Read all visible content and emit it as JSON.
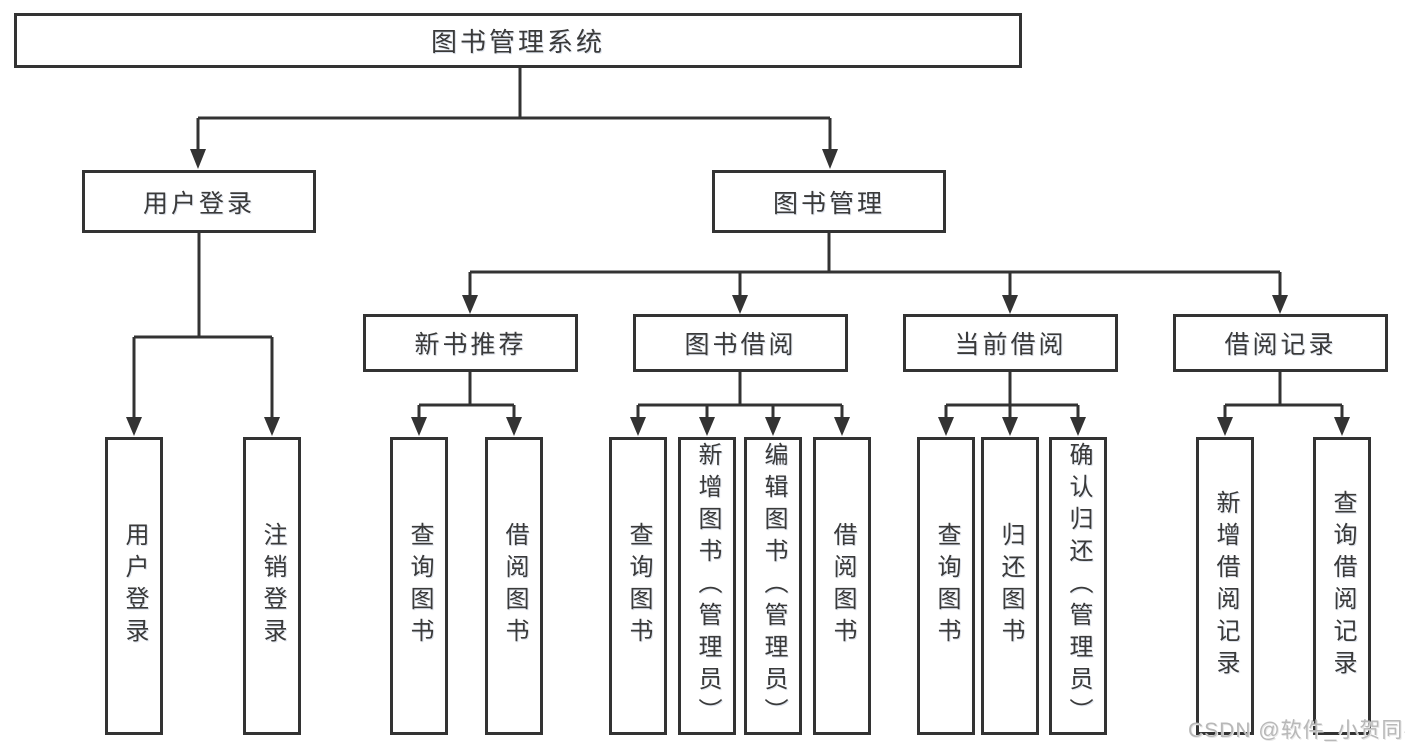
{
  "diagram_title": "图书管理系统",
  "tree": {
    "label": "图书管理系统",
    "children": [
      {
        "label": "用户登录",
        "children": [
          {
            "label": "用户登录"
          },
          {
            "label": "注销登录"
          }
        ]
      },
      {
        "label": "图书管理",
        "children": [
          {
            "label": "新书推荐",
            "children": [
              {
                "label": "查询图书"
              },
              {
                "label": "借阅图书"
              }
            ]
          },
          {
            "label": "图书借阅",
            "children": [
              {
                "label": "查询图书"
              },
              {
                "label": "新增图书（管理员）"
              },
              {
                "label": "编辑图书（管理员）"
              },
              {
                "label": "借阅图书"
              }
            ]
          },
          {
            "label": "当前借阅",
            "children": [
              {
                "label": "查询图书"
              },
              {
                "label": "归还图书"
              },
              {
                "label": "确认归还（管理员）"
              }
            ]
          },
          {
            "label": "借阅记录",
            "children": [
              {
                "label": "新增借阅记录"
              },
              {
                "label": "查询借阅记录"
              }
            ]
          }
        ]
      }
    ]
  },
  "watermark": {
    "text": "CSDN @软件_小贺同学"
  },
  "colors": {
    "line": "#333333",
    "box_border": "#333333",
    "box_background": "#ffffff",
    "text": "#3a3a3a",
    "watermark": "#b8b8b8"
  }
}
